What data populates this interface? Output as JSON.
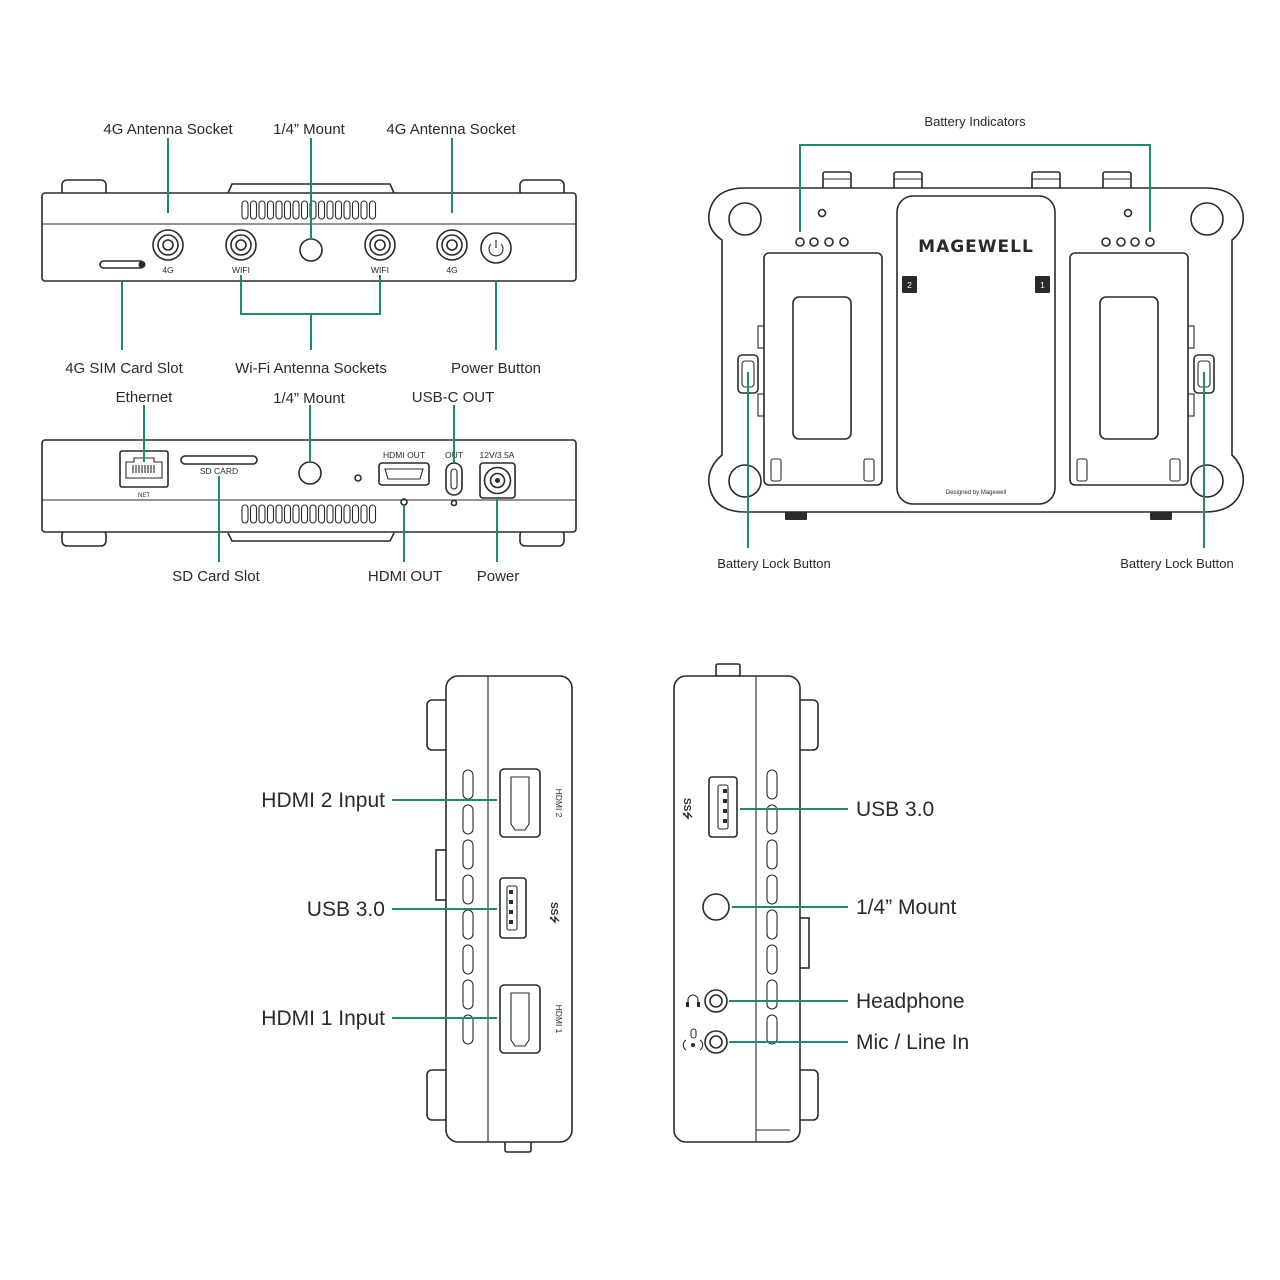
{
  "top_view": {
    "antenna_4g_left": "4G Antenna Socket",
    "mount_top": "1/4” Mount",
    "antenna_4g_right": "4G Antenna Socket",
    "sim_slot": "4G SIM Card Slot",
    "wifi_sockets": "Wi-Fi  Antenna Sockets",
    "power_button": "Power Button",
    "port_labels": [
      "4G",
      "WIFI",
      "WIFI",
      "4G"
    ]
  },
  "bottom_view": {
    "ethernet": "Ethernet",
    "mount_bottom": "1/4” Mount",
    "usbc_out": "USB-C OUT",
    "sd_slot": "SD  Card  Slot",
    "hdmi_out": "HDMI OUT",
    "power": "Power",
    "net_print": "NET",
    "sd_print": "SD CARD",
    "hdmi_out_print": "HDMI OUT",
    "out_print": "OUT",
    "power_spec_print": "12V/3.5A"
  },
  "back_view": {
    "battery_indicators": "Battery Indicators",
    "battery_lock_left": "Battery Lock Button",
    "battery_lock_right": "Battery Lock Button",
    "brand": "MAGEWELL",
    "designed_by": "Designed by Magewell",
    "slot_2": "2",
    "slot_1": "1"
  },
  "left_side": {
    "hdmi2_input": "HDMI 2  Input",
    "usb3": "USB 3.0",
    "hdmi1_input": "HDMI 1 Input",
    "hdmi2_print": "HDMI 2",
    "hdmi1_print": "HDMI 1"
  },
  "right_side": {
    "usb3": "USB 3.0",
    "mount": "1/4” Mount",
    "headphone": "Headphone",
    "mic_line_in": "Mic / Line In"
  },
  "colors": {
    "leader_line": "#1e8a74",
    "outline": "#2a2a2a"
  }
}
